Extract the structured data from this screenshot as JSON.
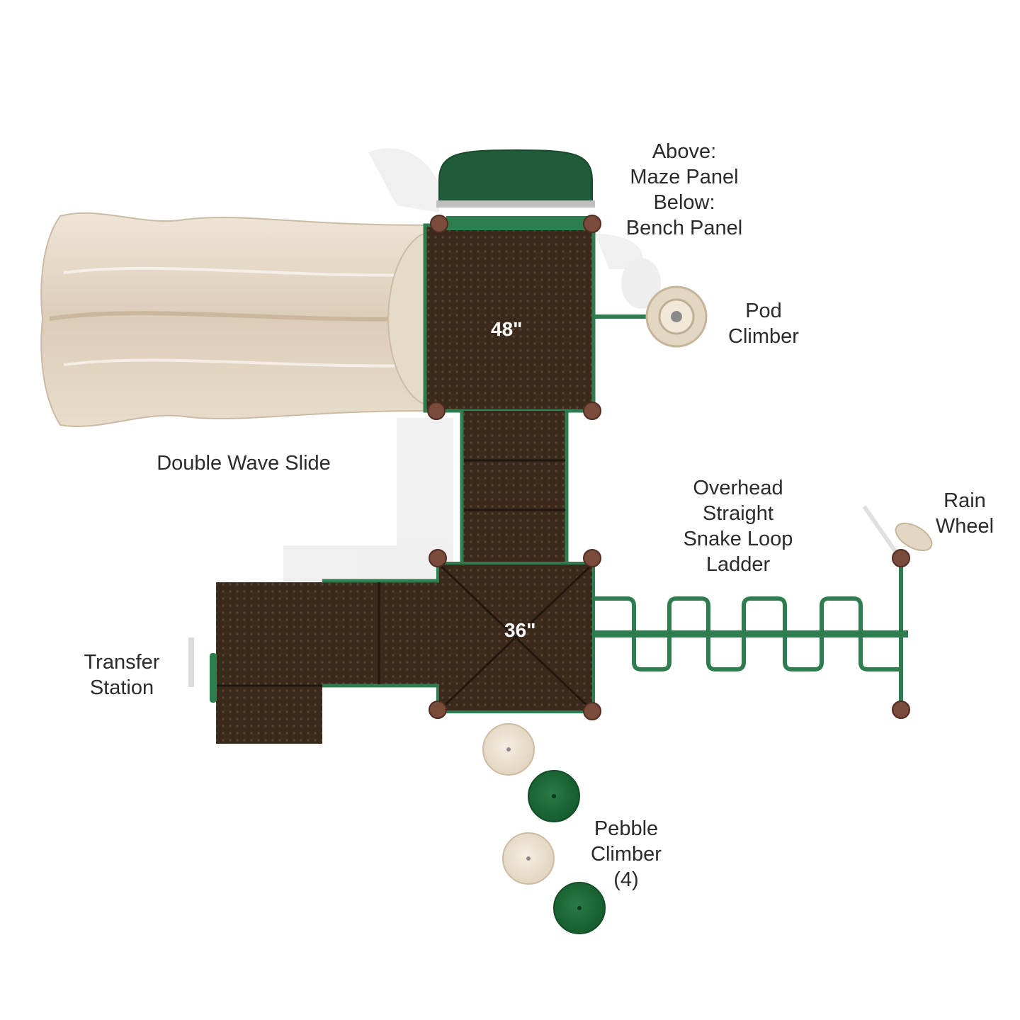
{
  "labels": {
    "maze_panel": [
      "Above:",
      "Maze Panel",
      "Below:",
      "Bench Panel"
    ],
    "pod_climber": [
      "Pod",
      "Climber"
    ],
    "double_wave_slide": [
      "Double Wave Slide"
    ],
    "overhead_ladder": [
      "Overhead",
      "Straight",
      "Snake Loop",
      "Ladder"
    ],
    "rain_wheel": [
      "Rain",
      "Wheel"
    ],
    "transfer_station": [
      "Transfer",
      "Station"
    ],
    "pebble_climber": [
      "Pebble",
      "Climber",
      "(4)"
    ]
  },
  "decks": {
    "upper_height": "48\"",
    "lower_height": "36\""
  },
  "colors": {
    "deck": "#3a2a1c",
    "deck_dark": "#2a1d12",
    "rail_green": "#2e7d4f",
    "roof_green": "#1f5c37",
    "slide_tan": "#e2d5c3",
    "post_brown": "#7a4a3a",
    "pebble_green": "#1f6b3a",
    "pebble_tan": "#efe4d2",
    "label_text": "#2b2b2b"
  },
  "icons": [
    "post-cap-icon",
    "pebble-icon",
    "rain-wheel-icon",
    "pod-climber-icon"
  ]
}
